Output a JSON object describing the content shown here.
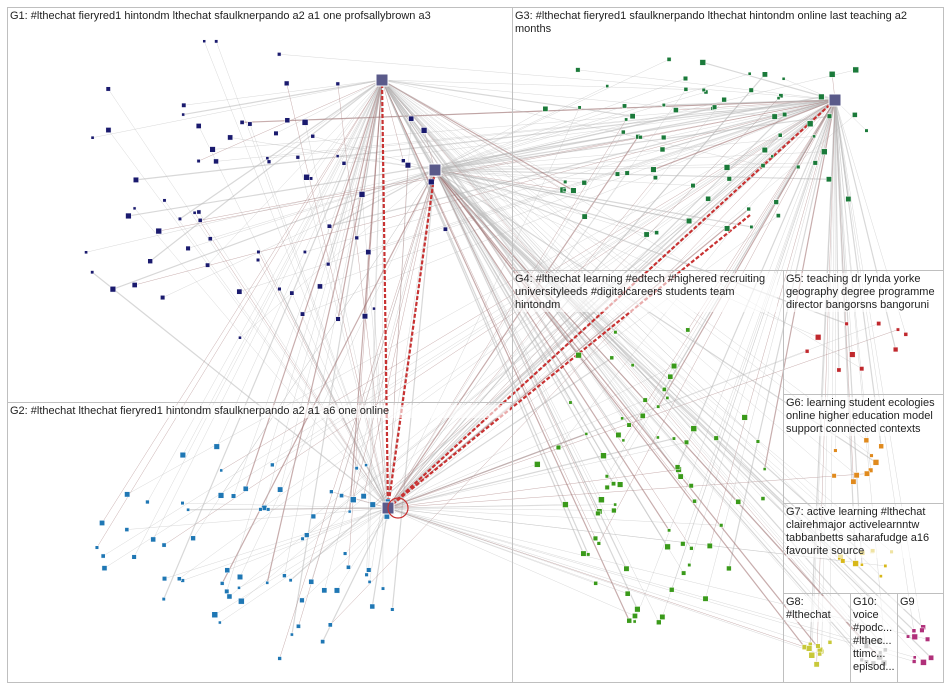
{
  "groups": [
    {
      "id": "G1",
      "label": "G1: #lthechat fieryred1 hintondm lthechat sfaulknerpando a2 a1 one profsallybrown a3",
      "color": "#1a1a6e"
    },
    {
      "id": "G2",
      "label": "G2: #lthechat lthechat fieryred1 hintondm sfaulknerpando a2 a1 a6 one online",
      "color": "#1f77b4"
    },
    {
      "id": "G3",
      "label": "G3: #lthechat fieryred1 sfaulknerpando lthechat hintondm online last teaching a2 months",
      "color": "#1b7a3a"
    },
    {
      "id": "G4",
      "label": "G4: #lthechat learning #edtech #highered recruiting universityleeds #digitalcareers students team hintondm",
      "color": "#3a9a1a"
    },
    {
      "id": "G5",
      "label": "G5: teaching dr lynda yorke geography degree programme director bangorsns bangoruni",
      "color": "#c0282d"
    },
    {
      "id": "G6",
      "label": "G6: learning student ecologies online higher education model support connected contexts",
      "color": "#e08a1e"
    },
    {
      "id": "G7",
      "label": "G7: active learning #lthechat clairehmajor activelearnntw tabbanbetts saharafudge a16 favourite source",
      "color": "#d8b81a"
    },
    {
      "id": "G8",
      "label": "G8: #lthechat",
      "color": "#c8c83a"
    },
    {
      "id": "G10",
      "label": "G10: voice #podc... #lthec... ttimc... episod...",
      "color": "#8a8a8a"
    },
    {
      "id": "G9",
      "label": "G9",
      "color": "#b0307a"
    }
  ]
}
